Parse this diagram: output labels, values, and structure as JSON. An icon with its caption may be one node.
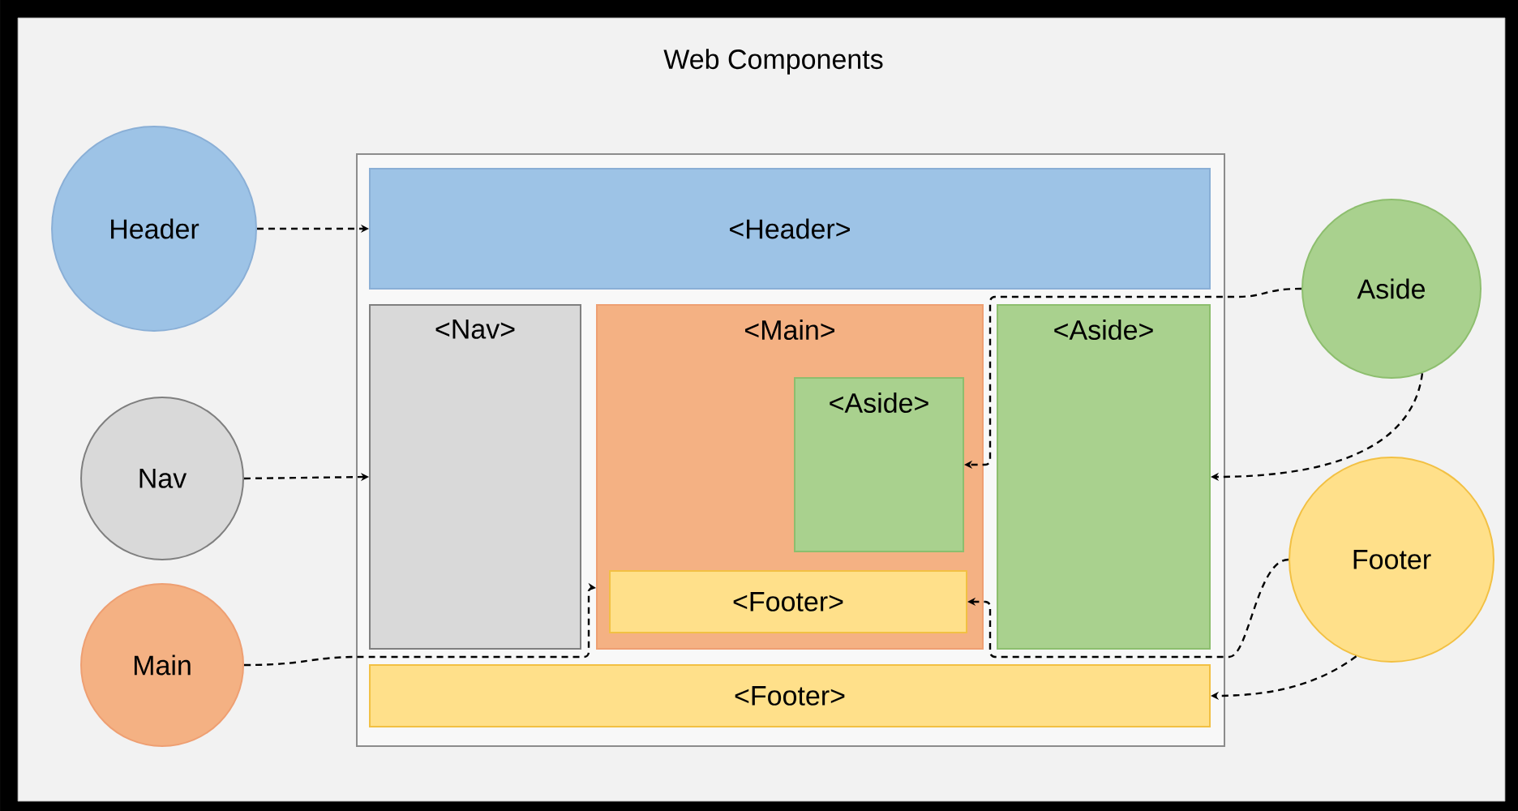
{
  "diagram": {
    "title": "Web Components",
    "nodes": [
      {
        "text": [
          "Header"
        ]
      },
      {
        "text": [
          "Nav"
        ]
      },
      {
        "text": [
          "Main"
        ]
      },
      {
        "text": [
          "Aside"
        ]
      },
      {
        "text": [
          "Footer"
        ]
      },
      {
        "text": [],
        "shape": "box"
      },
      {
        "text": [
          "<Header>"
        ],
        "in": 5
      },
      {
        "text": [
          "<Nav>"
        ],
        "in": 5
      },
      {
        "text": [
          "<Main>"
        ],
        "in": 5
      },
      {
        "text": [
          "<Aside>"
        ],
        "in": 8
      },
      {
        "text": [
          "<Footer>"
        ],
        "in": 8
      },
      {
        "text": [
          "<Aside>"
        ],
        "in": 5
      },
      {
        "text": [
          "<Footer>"
        ],
        "in": 5
      }
    ],
    "edges": [
      {
        "from": 0,
        "to": 6,
        "arrow": "to",
        "style": "dashed"
      },
      {
        "from": 1,
        "to": 7,
        "arrow": "to",
        "style": "dashed"
      },
      {
        "from": 2,
        "to": 8,
        "arrow": "to",
        "style": "dashed"
      },
      {
        "from": 3,
        "to": 9,
        "arrow": "to",
        "style": "dashed"
      },
      {
        "from": 3,
        "to": 11,
        "arrow": "to",
        "style": "dashed"
      },
      {
        "from": 4,
        "to": 10,
        "arrow": "to",
        "style": "dashed"
      },
      {
        "from": 4,
        "to": 12,
        "arrow": "to",
        "style": "dashed"
      }
    ]
  }
}
